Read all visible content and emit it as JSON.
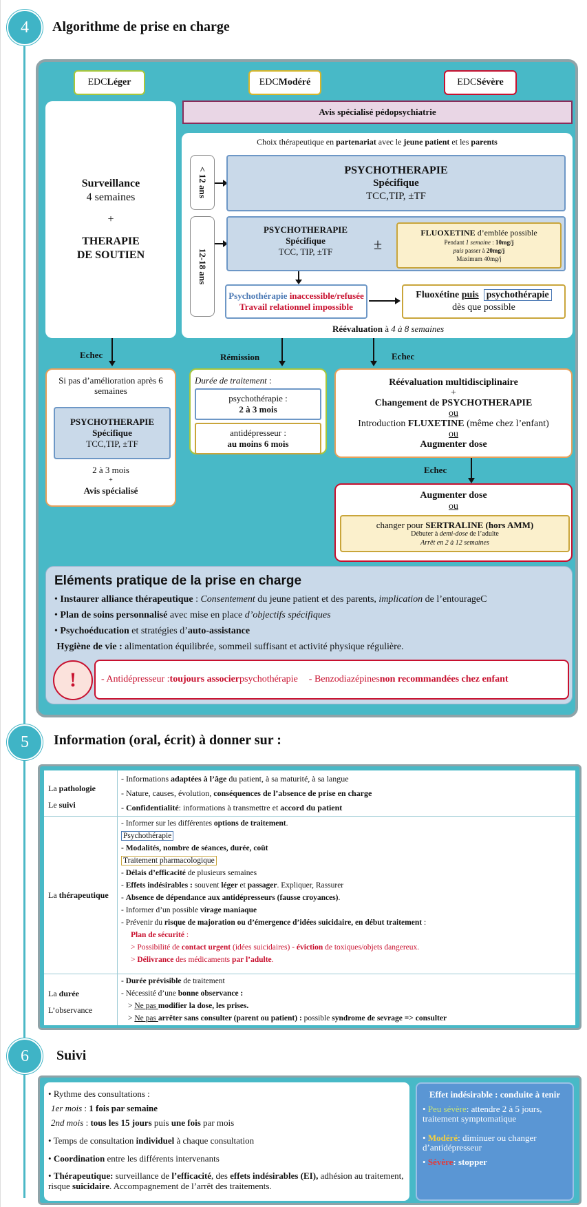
{
  "sec4": {
    "num": "4",
    "title": "Algorithme de prise en charge",
    "edc": [
      {
        "pre": "EDC ",
        "bold": "Léger"
      },
      {
        "pre": "EDC ",
        "bold": "Modéré"
      },
      {
        "pre": "EDC ",
        "bold": "Sévère"
      }
    ],
    "avis": "Avis spécialisé pédopsychiatrie",
    "surv": {
      "l1": "Surveillance",
      "l2": "4 semaines",
      "plus": "+",
      "l3": "THERAPIE",
      "l4": "DE SOUTIEN"
    },
    "choix": {
      "a": "Choix thérapeutique en ",
      "b": "partenariat",
      "c": " avec le ",
      "d": "jeune patient",
      "e": " et les ",
      "f": "parents"
    },
    "age1": "< 12 ans",
    "age2": "12-18 ans",
    "psy1": {
      "l1": "PSYCHOTHERAPIE",
      "l2": "Spécifique",
      "l3": "TCC,TIP, ±TF"
    },
    "psy2": {
      "l1": "PSYCHOTHERAPIE",
      "l2": "Spécifique",
      "l3": "TCC, TIP, ±TF"
    },
    "pm": "±",
    "flux": {
      "a": "FLUOXETINE",
      "b": " d’emblée possible",
      "c": "Pendant ",
      "d": "1 semaine",
      "e": " : ",
      "f": "10mg/j",
      "g": "puis",
      "h": " passer à ",
      "i": "20mg/j",
      "j": "Maximum 40mg/j"
    },
    "inacc": {
      "a": "Psychothérapie ",
      "b": "inaccessible/refusée",
      "c": "Travail relationnel impossible"
    },
    "fluxpsy": {
      "a": "Fluoxétine ",
      "b": "puis",
      "c": "psychothérapie",
      "d": "dès que possible"
    },
    "reeval": {
      "a": "Réévaluation",
      "b": " à ",
      "c": "4 à 8 semaines"
    },
    "echec": "Echec",
    "remission": "Rémission",
    "sipas": "Si pas d’amélioration après 6 semaines",
    "psy3": {
      "l1": "PSYCHOTHERAPIE",
      "l2": "Spécifique",
      "l3": "TCC,TIP, ±TF"
    },
    "deux": {
      "a": "2 à 3 mois",
      "b": "+",
      "c": "Avis spécialisé"
    },
    "duree": "Durée de traitement",
    "duree_colon": " :",
    "dpsy": {
      "a": "psychothérapie :",
      "b": "2 à 3 mois"
    },
    "dad": {
      "a": "antidépresseur :",
      "b": "au moins 6 mois"
    },
    "multi": {
      "a": "Réévaluation multidisciplinaire",
      "b": "+",
      "c": "Changement de PSYCHOTHERAPIE",
      "d": "ou",
      "e": "Introduction ",
      "f": "FLUXETINE",
      "g": " (même chez l’enfant)",
      "h": "ou",
      "i": "Augmenter dose"
    },
    "aug": {
      "a": "Augmenter dose",
      "b": "ou"
    },
    "sert": {
      "a": "changer pour ",
      "b": "SERTRALINE (hors AMM)",
      "c": "Débuter à ",
      "d": "demi-dose",
      "e": " de l’adulte",
      "f": "Arrêt en 2 à 12 semaines"
    },
    "elem": {
      "title": "Eléments pratique de la prise en charge",
      "b1": {
        "a": "Instaurer alliance thérapeutique",
        "b": " : ",
        "c": "Consentement",
        "d": " du jeune patient et des parents, ",
        "e": "implication",
        "f": " de l’entourageC"
      },
      "b2": {
        "a": "Plan de soins personnalisé",
        "b": " avec mise en place ",
        "c": "d’objectifs spécifiques"
      },
      "b3": {
        "a": "Psychoéducation",
        "b": " et stratégies d’",
        "c": "auto-assistance"
      },
      "b4": {
        "a": "Hygiène de vie :",
        "b": " alimentation équilibrée, sommeil suffisant et activité physique régulière."
      }
    },
    "warn": {
      "icon": "!",
      "a": "- Antidépresseur : ",
      "b": "toujours associer",
      "c": " psychothérapie",
      "d": "- Benzodiazépines ",
      "e": "non recommandées chez enfant"
    }
  },
  "sec5": {
    "num": "5",
    "title": "Information (oral, écrit) à donner sur :",
    "r1": {
      "label1": {
        "a": "La ",
        "b": "pathologie"
      },
      "label2": {
        "a": "Le ",
        "b": "suivi"
      },
      "l1": {
        "a": "- Informations ",
        "b": "adaptées à l’âge",
        "c": " du patient, à sa maturité, à sa langue"
      },
      "l2": {
        "a": "- Nature, causes, évolution, ",
        "b": "conséquences de l’absence de prise en charge"
      },
      "l3": {
        "a": "- ",
        "b": "Confidentialité",
        "c": ": informations à transmettre et ",
        "d": "accord du patient"
      }
    },
    "r2": {
      "label": {
        "a": "La ",
        "b": "thérapeutique"
      },
      "l1": {
        "a": "-  Informer sur les différentes ",
        "b": "options de traitement",
        "c": "."
      },
      "box1": "Psychothérapie",
      "l2": "-  Modalités, nombre de séances, durée, coût",
      "box2": "Traitement pharmacologique",
      "l3": {
        "a": "-  ",
        "b": "Délais d’efficacité",
        "c": " de plusieurs semaines"
      },
      "l4": {
        "a": "- ",
        "b": "Effets indésirables :",
        "c": " souvent ",
        "d": "léger",
        "e": " et ",
        "f": "passager",
        "g": ". Expliquer, Rassurer"
      },
      "l5": {
        "a": "-  ",
        "b": "Absence de dépendance aux antidépresseurs (fausse croyances)",
        "c": "."
      },
      "l6": {
        "a": "- Informer d’un possible ",
        "b": "virage maniaque"
      },
      "l7": {
        "a": "- Prévenir du ",
        "b": "risque de majoration ou d’émergence d’idées suicidaire, en début traitement",
        "c": " :"
      },
      "l8": "Plan de sécurité",
      "l8b": " :",
      "l9": {
        "a": "> Possibilité de ",
        "b": "contact urgent",
        "c": " (idées suicidaires) - ",
        "d": "éviction",
        "e": " de toxiques/objets dangereux."
      },
      "l10": {
        "a": "> ",
        "b": "Délivrance",
        "c": " des médicaments ",
        "d": "par l’adulte",
        "e": "."
      }
    },
    "r3": {
      "label1": {
        "a": "La ",
        "b": "durée"
      },
      "label2": "L’observance",
      "l1": {
        "a": "-  ",
        "b": "Durée prévisible",
        "c": " de traitement"
      },
      "l2": {
        "a": "- Nécessité d’une ",
        "b": "bonne observance :"
      },
      "l3": {
        "a": "> ",
        "b": "Ne pas ",
        "c": "modifier la dose, les prises."
      },
      "l4": {
        "a": "> ",
        "b": "Ne pas ",
        "c": "arrêter sans consulter (parent ou patient) :",
        "d": " possible ",
        "e": "syndrome de sevrage => consulter"
      }
    }
  },
  "sec6": {
    "num": "6",
    "title": "Suivi",
    "b1": "Rythme des consultations :",
    "b1a": {
      "a": "1er mois",
      "b": " : ",
      "c": "1 fois par semaine"
    },
    "b1b": {
      "a": "2nd mois",
      "b": " : ",
      "c": "tous les 15 jours",
      "d": " puis ",
      "e": "une fois",
      "f": " par mois"
    },
    "b2": {
      "a": "Temps de consultation ",
      "b": "individuel",
      "c": " à chaque consultation"
    },
    "b3": {
      "a": "Coordination",
      "b": " entre les différents intervenants"
    },
    "b4": {
      "a": "Thérapeutique:",
      "b": " surveillance de ",
      "c": "l’efficacité",
      "d": ", des ",
      "e": "effets indésirables (EI),",
      "f": " adhésion au traitement, risque ",
      "g": "suicidaire",
      "h": ". Accompagnement de l’arrêt des traitements."
    },
    "ei": {
      "title": "Effet indésirable : conduite à tenir",
      "a1": "Peu sévère",
      "a2": ": attendre 2 à 5 jours, traitement symptomatique",
      "b1": "Modéré",
      "b2": ":  diminuer ou changer d’antidépresseur",
      "c1": "Sévère",
      "c2": ": stopper"
    }
  },
  "colors": {
    "teal": "#48b9c7",
    "lightblue": "#c9d9e9",
    "yellow": "#fbf0cc",
    "pink": "#e9d6e5",
    "red": "#c8102e",
    "green_edc": "#a8c63a",
    "gold_edc": "#d8b629",
    "red_edc": "#c8102e",
    "eibox": "#5a96d4"
  }
}
